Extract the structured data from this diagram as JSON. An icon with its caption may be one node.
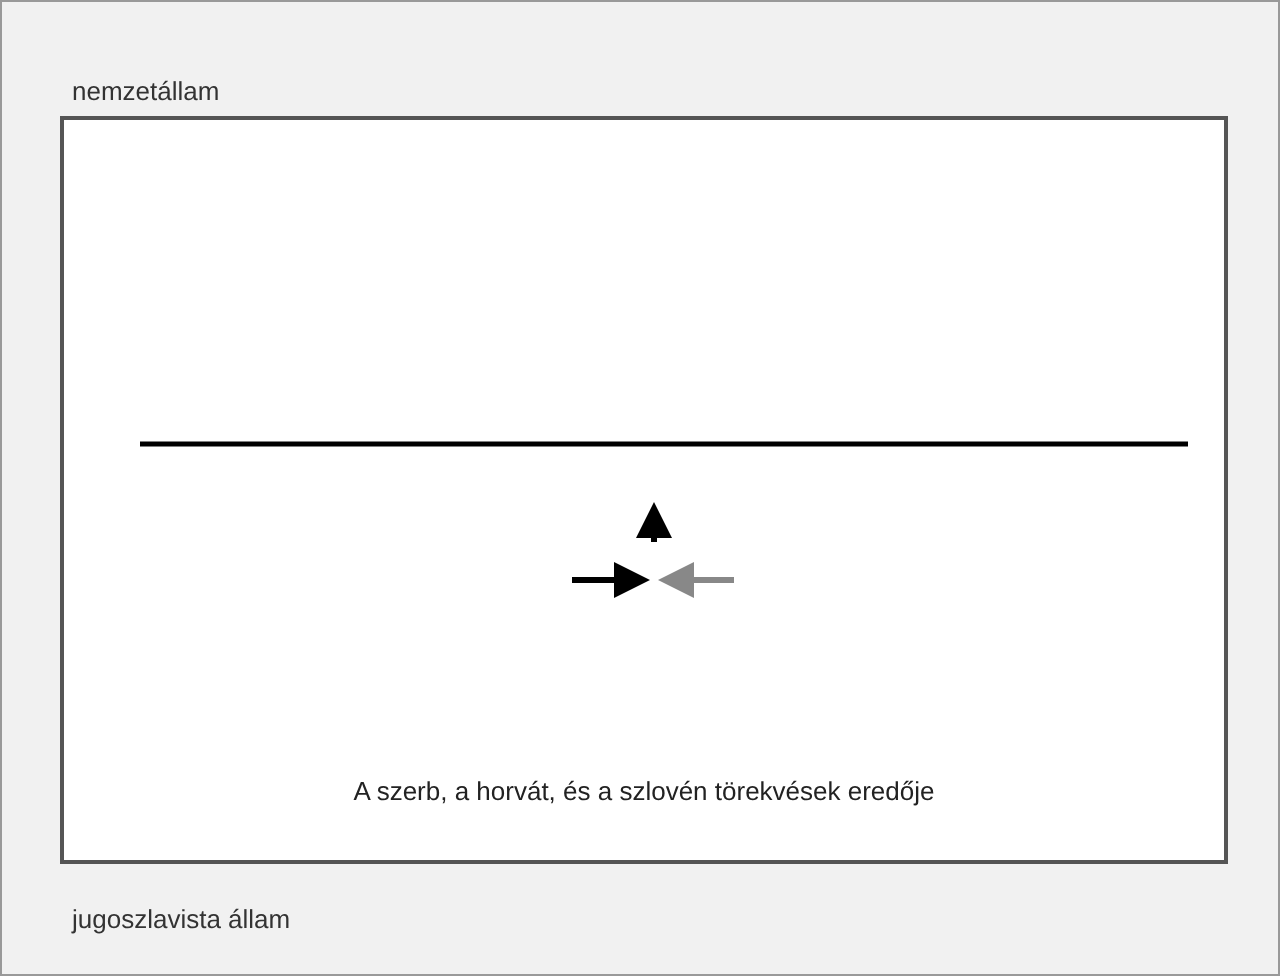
{
  "diagram": {
    "nodes": [
      {
        "text": [
          "A szerb, a horvát, és a szlovén törekvések eredője"
        ]
      }
    ],
    "labels": [
      "nemzetállam",
      "jugoszlavista állam"
    ]
  }
}
